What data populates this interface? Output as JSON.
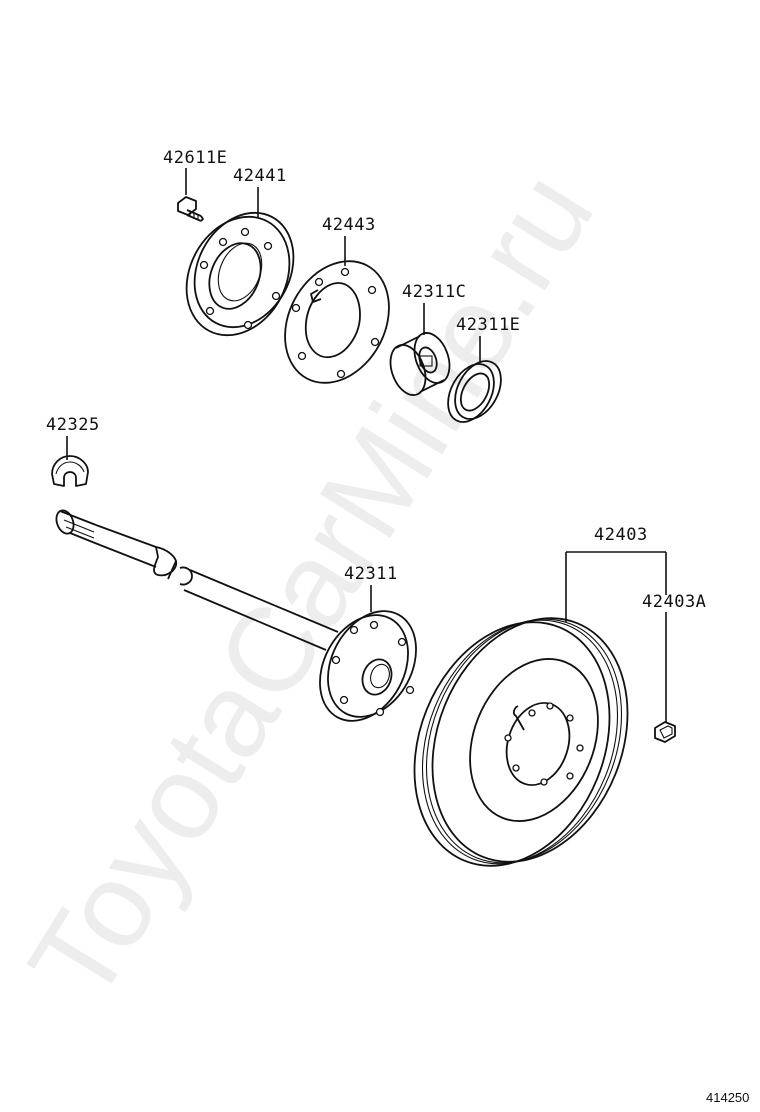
{
  "watermark": "ToyotaCarMine.ru",
  "figure_number": "414250",
  "parts": [
    {
      "part_no": "42611E"
    },
    {
      "part_no": "42441"
    },
    {
      "part_no": "42443"
    },
    {
      "part_no": "42311C"
    },
    {
      "part_no": "42311E"
    },
    {
      "part_no": "42325"
    },
    {
      "part_no": "42311"
    },
    {
      "part_no": "42403"
    },
    {
      "part_no": "42403A"
    }
  ]
}
